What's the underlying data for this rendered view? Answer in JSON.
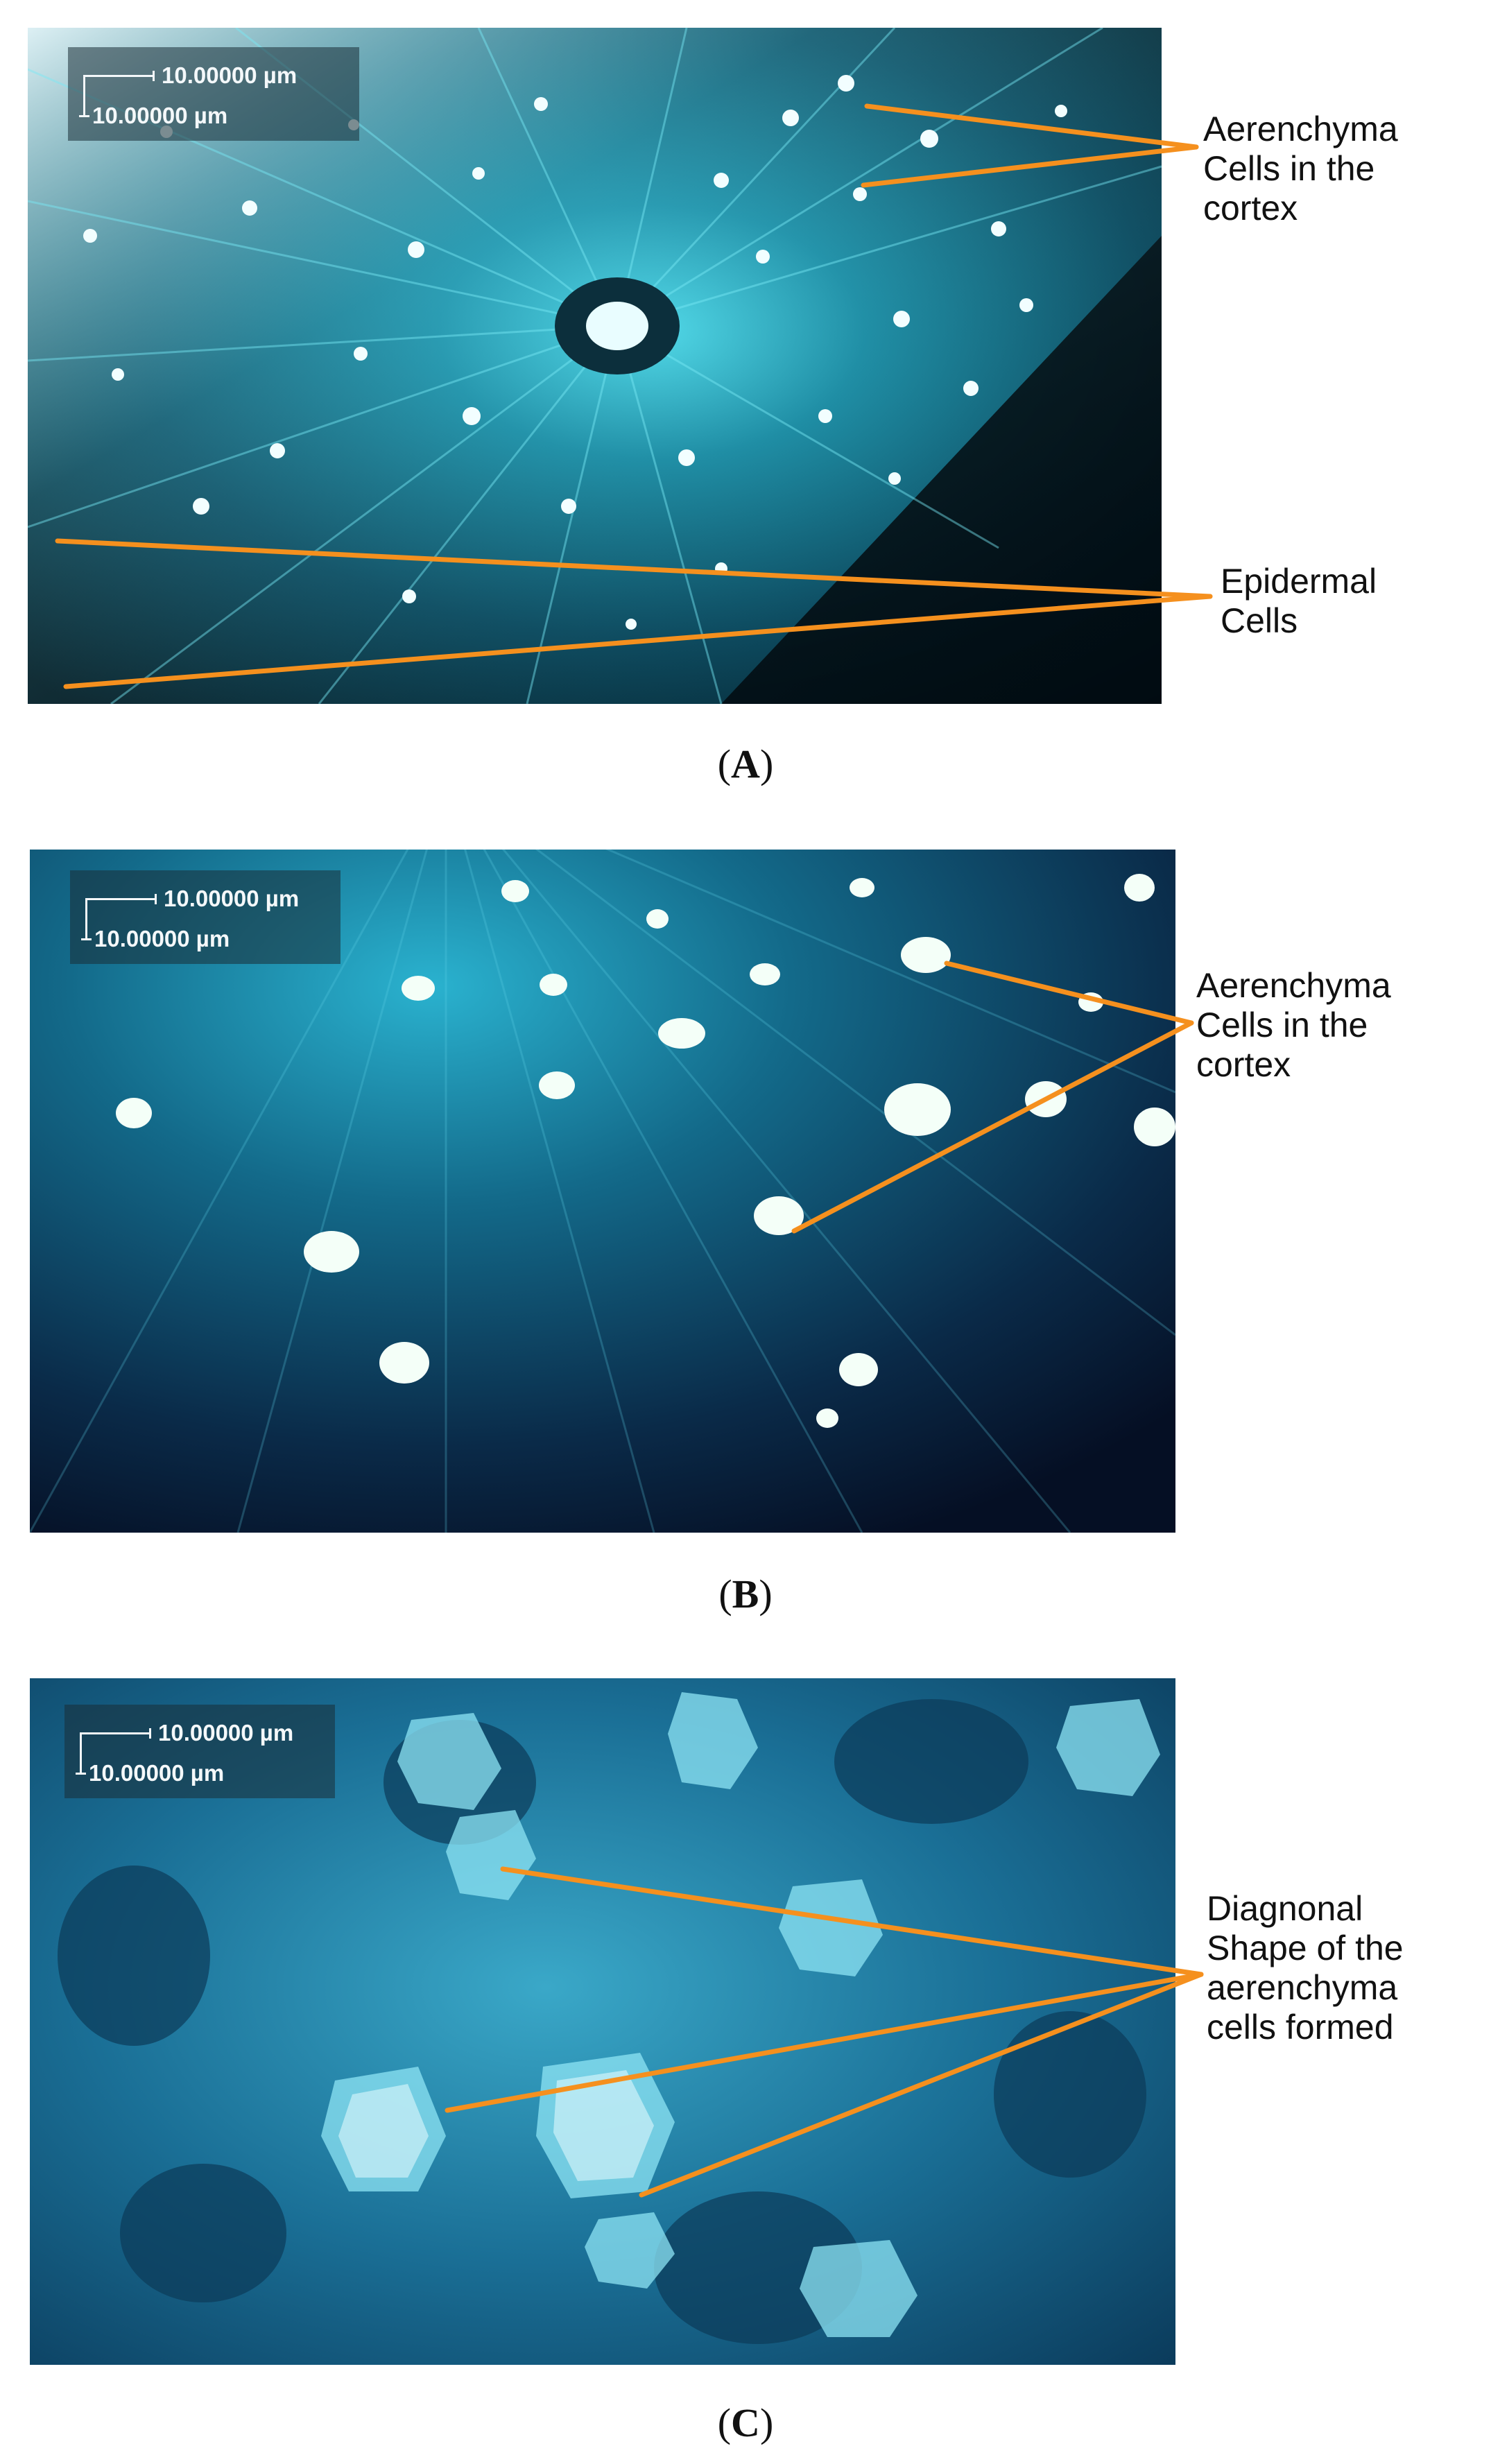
{
  "panels": [
    {
      "letter": "A",
      "scale_horizontal": "10.00000 µm",
      "scale_vertical": "10.00000 µm",
      "annotations": [
        {
          "lines": [
            "Aerenchyma",
            "Cells in the",
            "cortex"
          ]
        },
        {
          "lines": [
            "Epidermal",
            "Cells"
          ]
        }
      ]
    },
    {
      "letter": "B",
      "scale_horizontal": "10.00000 µm",
      "scale_vertical": "10.00000 µm",
      "annotations": [
        {
          "lines": [
            "Aerenchyma",
            "Cells in the",
            "cortex"
          ]
        }
      ]
    },
    {
      "letter": "C",
      "scale_horizontal": "10.00000 µm",
      "scale_vertical": "10.00000 µm",
      "annotations": [
        {
          "lines": [
            "Diagnonal",
            "Shape of the",
            "aerenchyma",
            "cells formed"
          ]
        }
      ]
    }
  ],
  "colors": {
    "leader_line": "#f5901e",
    "image_tint": "#1fa8c9"
  }
}
